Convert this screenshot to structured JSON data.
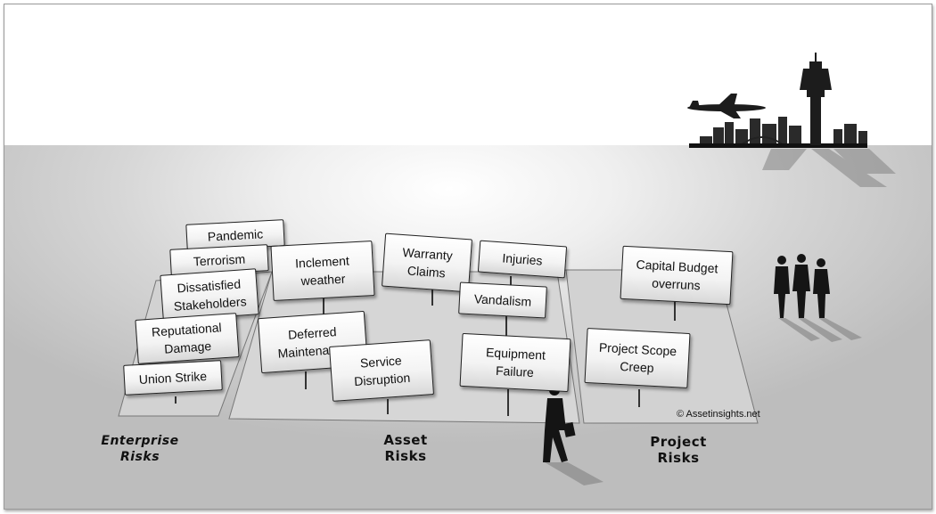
{
  "groups": {
    "enterprise": {
      "label": "Enterprise\nRisks",
      "risks": [
        "Pandemic",
        "Terrorism",
        "Dissatisfied\nStakeholders",
        "Reputational\nDamage",
        "Union Strike"
      ]
    },
    "asset": {
      "label": "Asset\nRisks",
      "risks": [
        "Inclement\nweather",
        "Warranty\nClaims",
        "Injuries",
        "Vandalism",
        "Deferred\nMaintenance",
        "Service\nDisruption",
        "Equipment\nFailure"
      ]
    },
    "project": {
      "label": "Project\nRisks",
      "risks": [
        "Capital Budget\noverruns",
        "Project Scope\nCreep"
      ]
    }
  },
  "copyright": "© Assetinsights.net",
  "icons": [
    "airplane-icon",
    "control-tower-icon",
    "city-skyline-icon",
    "walking-worker-icon",
    "business-people-icon"
  ],
  "colors": {
    "ground": "#d0d0d0",
    "sky": "#ffffff",
    "sign_border": "#222222",
    "silhouette": "#111111"
  }
}
